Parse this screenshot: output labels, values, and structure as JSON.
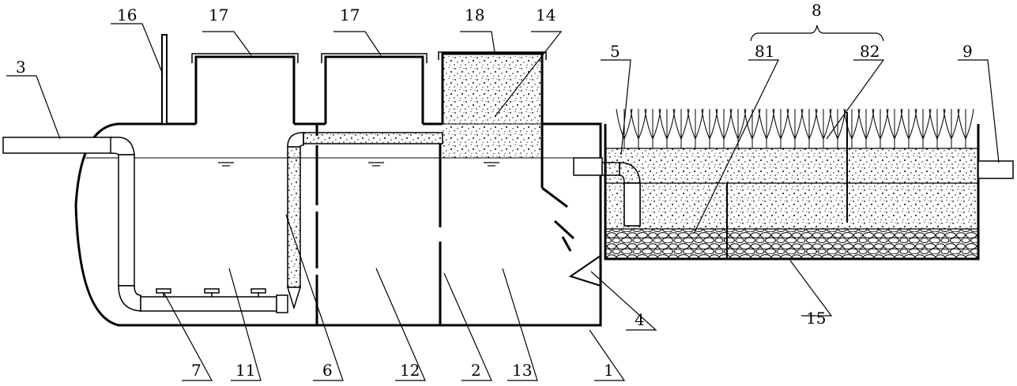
{
  "labels": {
    "l1": "1",
    "l2": "2",
    "l3": "3",
    "l4": "4",
    "l5": "5",
    "l6": "6",
    "l7": "7",
    "l8": "8",
    "l9": "9",
    "l11": "11",
    "l12": "12",
    "l13": "13",
    "l14": "14",
    "l15": "15",
    "l16": "16",
    "l17a": "17",
    "l17b": "17",
    "l18": "18",
    "l81": "81",
    "l82": "82"
  }
}
